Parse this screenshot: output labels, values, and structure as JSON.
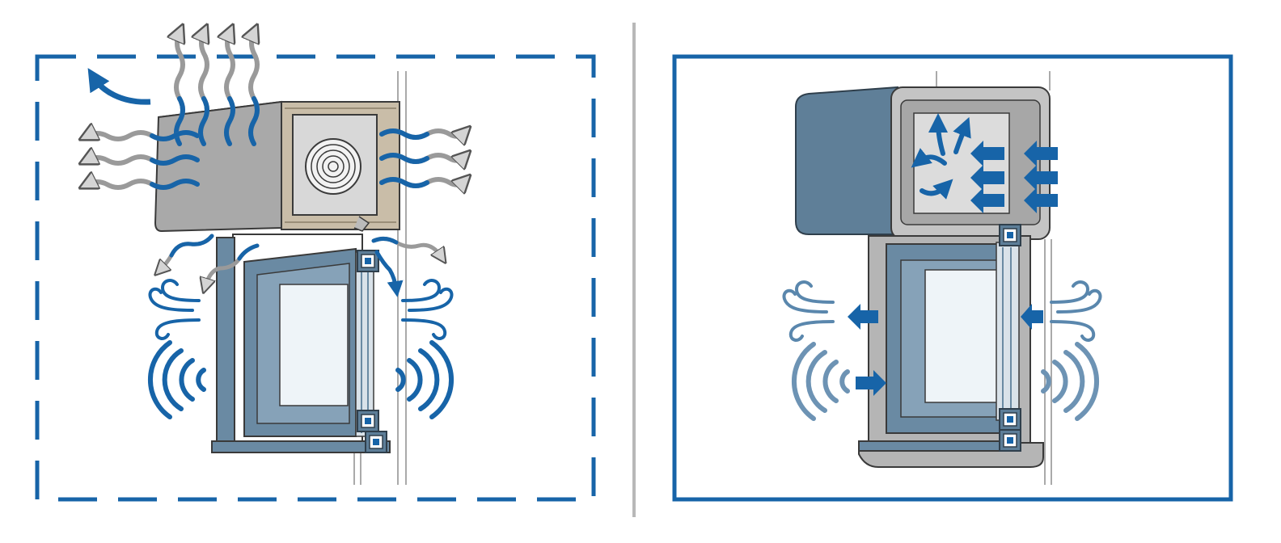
{
  "figure": {
    "panels": [
      {
        "id": "uninsulated",
        "frame": "dashed",
        "heat_loss_arrows": 13,
        "wind_gust_icons": 2,
        "sound_wave_icons": 2
      },
      {
        "id": "insulated",
        "frame": "solid",
        "inward_airflow_arrows": 9,
        "wind_gust_icons": 2,
        "sound_wave_icons": 2
      }
    ],
    "labels": []
  },
  "colors": {
    "accent_blue": "#1764a8",
    "dark_blue": "#0d5496",
    "divider_gray": "#b8b8b8",
    "box_gray": "#a7a7a7",
    "box_gray_light": "#c4c4c4",
    "frame_steel": "#6a8aa3",
    "frame_steel_light": "#86a2b8",
    "glass": "#eef4f8",
    "heat_wave_gray": "#9a9a9a",
    "outline": "#3a3a3a"
  },
  "icons": [
    "heat-loss-arrow-icon",
    "wind-gust-icon",
    "sound-wave-icon",
    "airflow-arrow-icon",
    "insulation-roll-icon",
    "window-frame-profile-icon"
  ]
}
